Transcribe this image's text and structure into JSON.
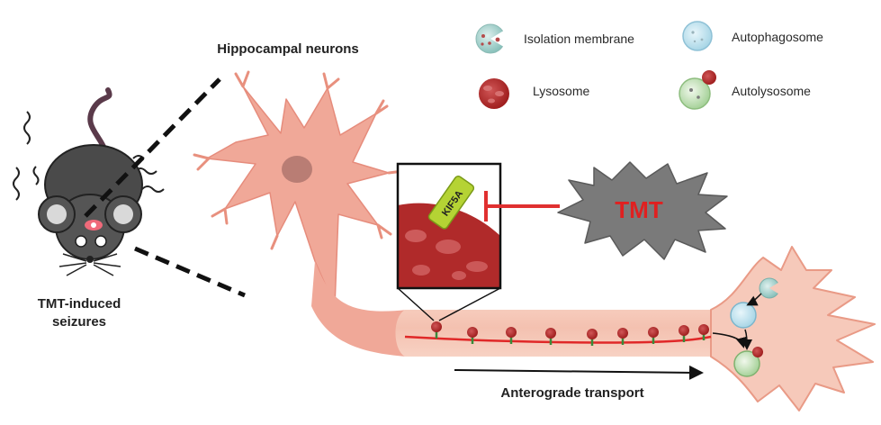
{
  "labels": {
    "hippocampal_neurons": "Hippocampal neurons",
    "tmt_induced_line1": "TMT-induced",
    "tmt_induced_line2": "seizures",
    "tmt": "TMT",
    "kif5a": "KIF5A",
    "anterograde_transport": "Anterograde transport"
  },
  "legend": {
    "items": [
      {
        "label": "Isolation membrane",
        "icon": "isolation-membrane-icon"
      },
      {
        "label": "Autophagosome",
        "icon": "autophagosome-icon"
      },
      {
        "label": "Lysosome",
        "icon": "lysosome-icon"
      },
      {
        "label": "Autolysosome",
        "icon": "autolysosome-icon"
      }
    ]
  },
  "colors": {
    "neuron": "#f0a898",
    "neuron_dark": "#e07b6a",
    "axon": "#f6c7b8",
    "lysosome": "#b02a2a",
    "lysosome_dark": "#8e1c1c",
    "inhibition": "#e03030",
    "tmt_burst": "#7a7a7a",
    "tmt_text": "#e02020",
    "kif5a": "#b5d334",
    "mouse": "#4a4a4a"
  }
}
